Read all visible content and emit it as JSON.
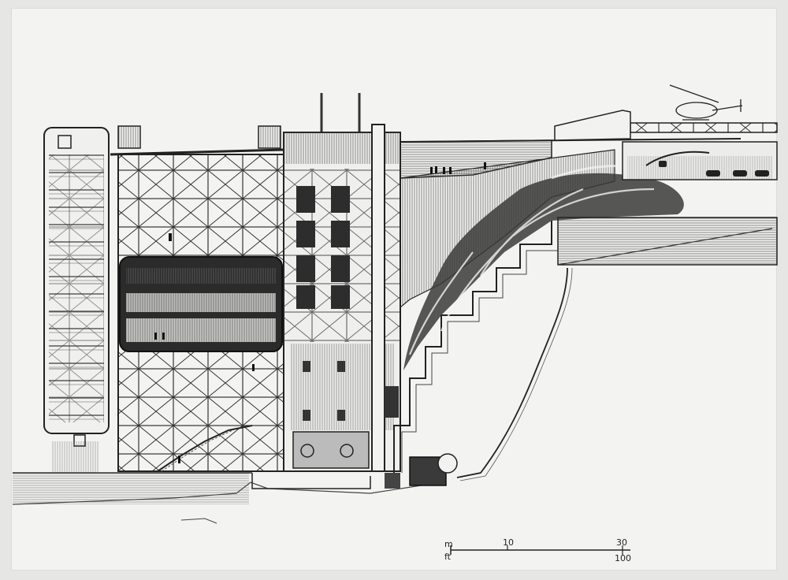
{
  "scale": {
    "unit_top": "m",
    "unit_bottom": "ft",
    "tick_10": "10",
    "tick_30": "30",
    "tick_100": "100"
  },
  "colors": {
    "ink": "#2a2a2a",
    "paper": "#f3f3f1",
    "hatch": "#6a6a6a"
  }
}
